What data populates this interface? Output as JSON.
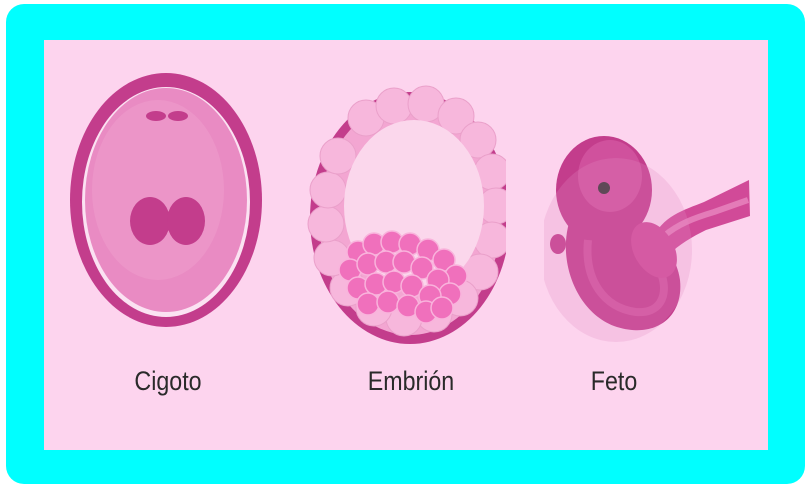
{
  "colors": {
    "frame": "#00ffff",
    "panel": "#fdd4ee",
    "membrane": "#c33d8c",
    "cell_fill": "#f090c8",
    "label_text": "#2a2a2a"
  },
  "stages": [
    {
      "label": "Cigoto",
      "illustration": "zygote"
    },
    {
      "label": "Embrión",
      "illustration": "blastocyst"
    },
    {
      "label": "Feto",
      "illustration": "fetus"
    }
  ]
}
